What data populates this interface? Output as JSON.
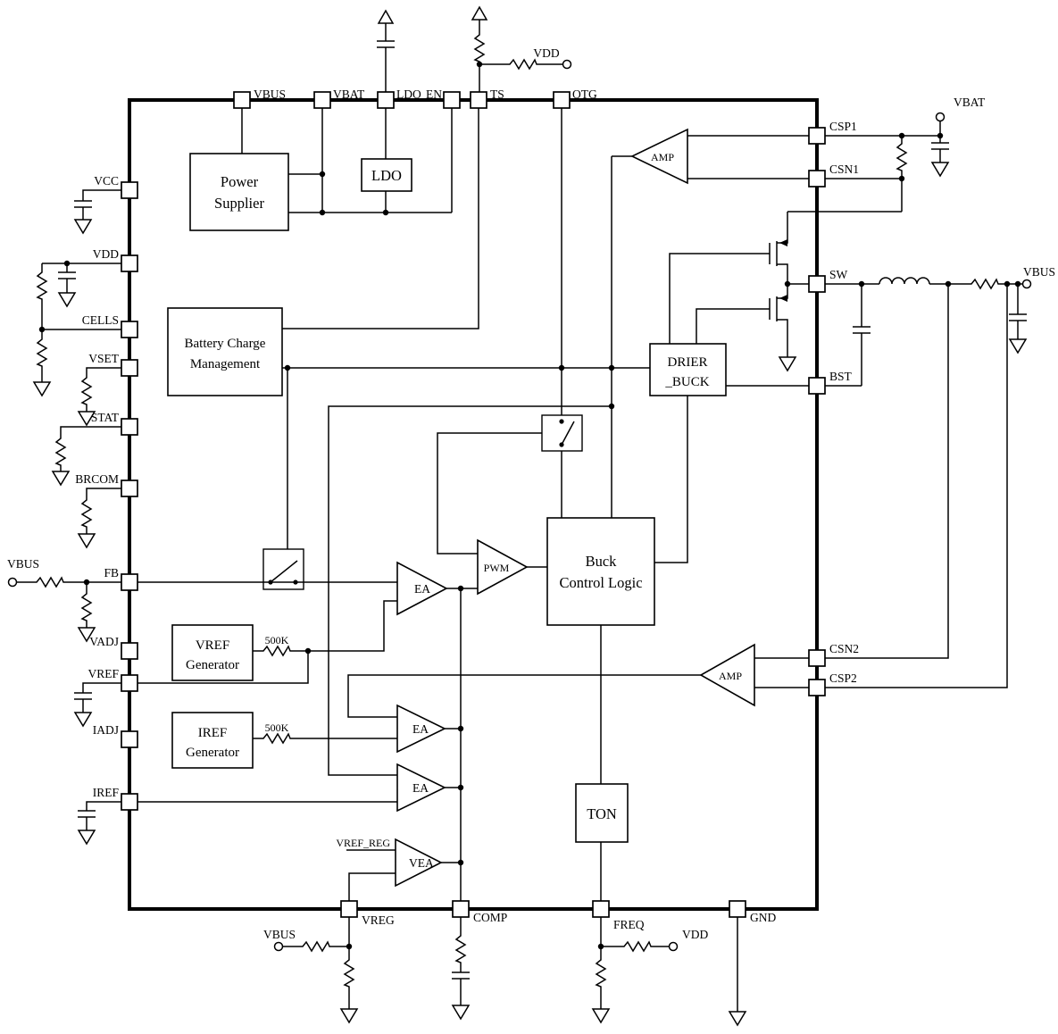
{
  "pins": {
    "top": [
      "VBUS",
      "VBAT",
      "LDO",
      "EN",
      "TS",
      "OTG"
    ],
    "left": [
      "VCC",
      "VDD",
      "CELLS",
      "VSET",
      "STAT",
      "BRCOM",
      "FB",
      "VADJ",
      "VREF",
      "IADJ",
      "IREF"
    ],
    "right": [
      "CSP1",
      "CSN1",
      "SW",
      "BST",
      "CSN2",
      "CSP2"
    ],
    "bottom": [
      "VREG",
      "COMP",
      "FREQ",
      "GND"
    ]
  },
  "blocks": {
    "power_supplier": [
      "Power",
      "Supplier"
    ],
    "ldo": [
      "LDO"
    ],
    "battery_charge_management": [
      "Battery Charge",
      "Management"
    ],
    "vref_generator": [
      "VREF",
      "Generator"
    ],
    "iref_generator": [
      "IREF",
      "Generator"
    ],
    "buck_control_logic": [
      "Buck",
      "Control Logic"
    ],
    "drier_buck": [
      "DRIER",
      "_BUCK"
    ],
    "ton": [
      "TON"
    ]
  },
  "amplifiers": {
    "amp_top": "AMP",
    "amp_right": "AMP",
    "ea_fb": "EA",
    "ea_mid": "EA",
    "ea_low": "EA",
    "pwm": "PWM",
    "vea": "VEA"
  },
  "net_labels": {
    "vdd_top": "VDD",
    "vbat_top_right": "VBAT",
    "vbus_output": "VBUS",
    "vbus_fb": "VBUS",
    "vbus_vreg": "VBUS",
    "vdd_freq": "VDD",
    "vref_reg": "VREF_REG",
    "r500k_vref": "500K",
    "r500k_iref": "500K"
  },
  "colors": {
    "line": "#000000",
    "background": "#ffffff"
  }
}
